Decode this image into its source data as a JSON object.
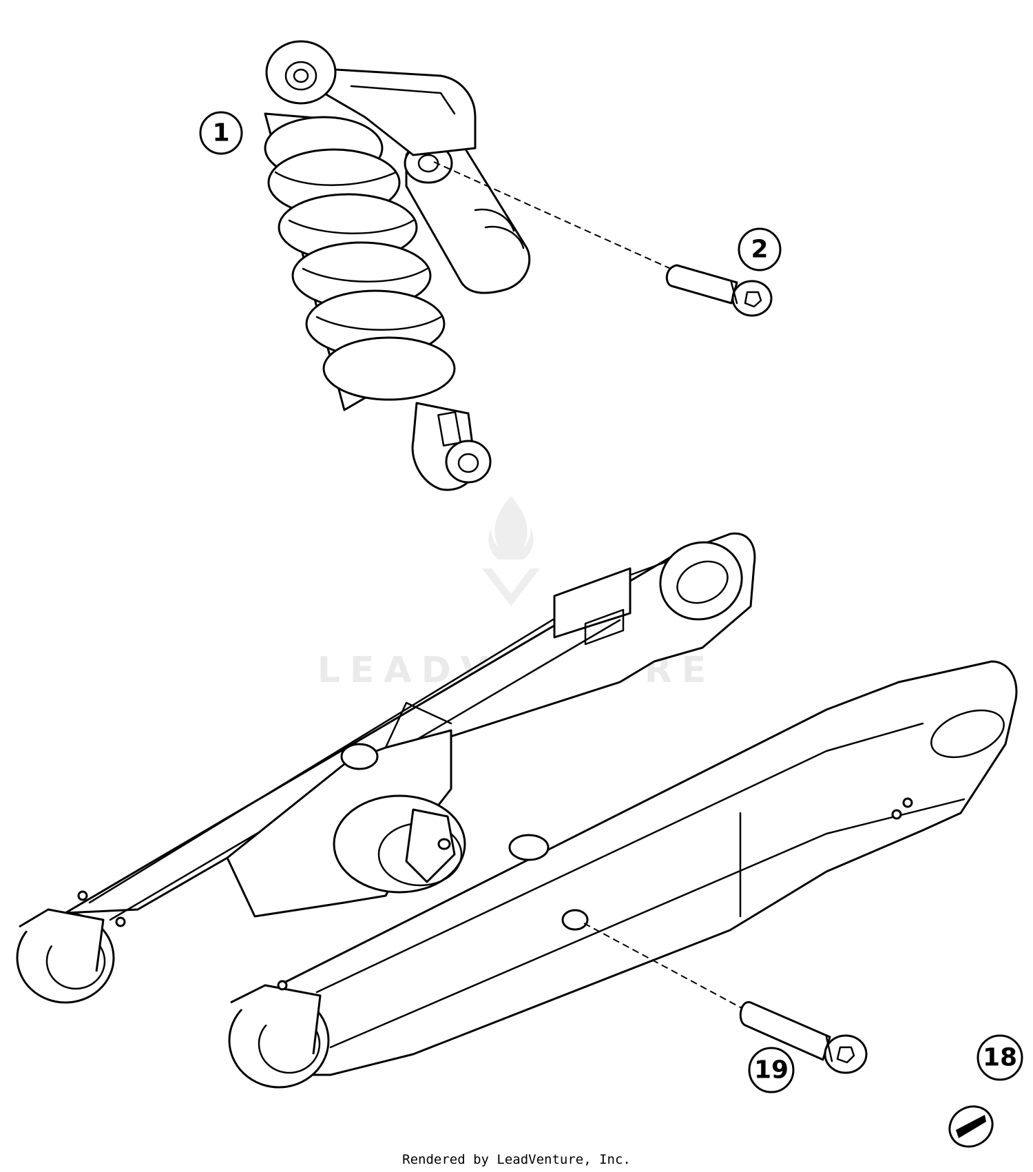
{
  "watermark": {
    "brand": "LEADVENTURE"
  },
  "callouts": [
    {
      "id": "callout-1",
      "label": "1",
      "part": "shock-absorber"
    },
    {
      "id": "callout-2",
      "label": "2",
      "part": "upper-mount-bolt"
    },
    {
      "id": "callout-19",
      "label": "19",
      "part": "lower-mount-bolt"
    },
    {
      "id": "callout-18",
      "label": "18",
      "part": "plug-cap"
    }
  ],
  "footer": {
    "text": "Rendered by LeadVenture, Inc."
  }
}
